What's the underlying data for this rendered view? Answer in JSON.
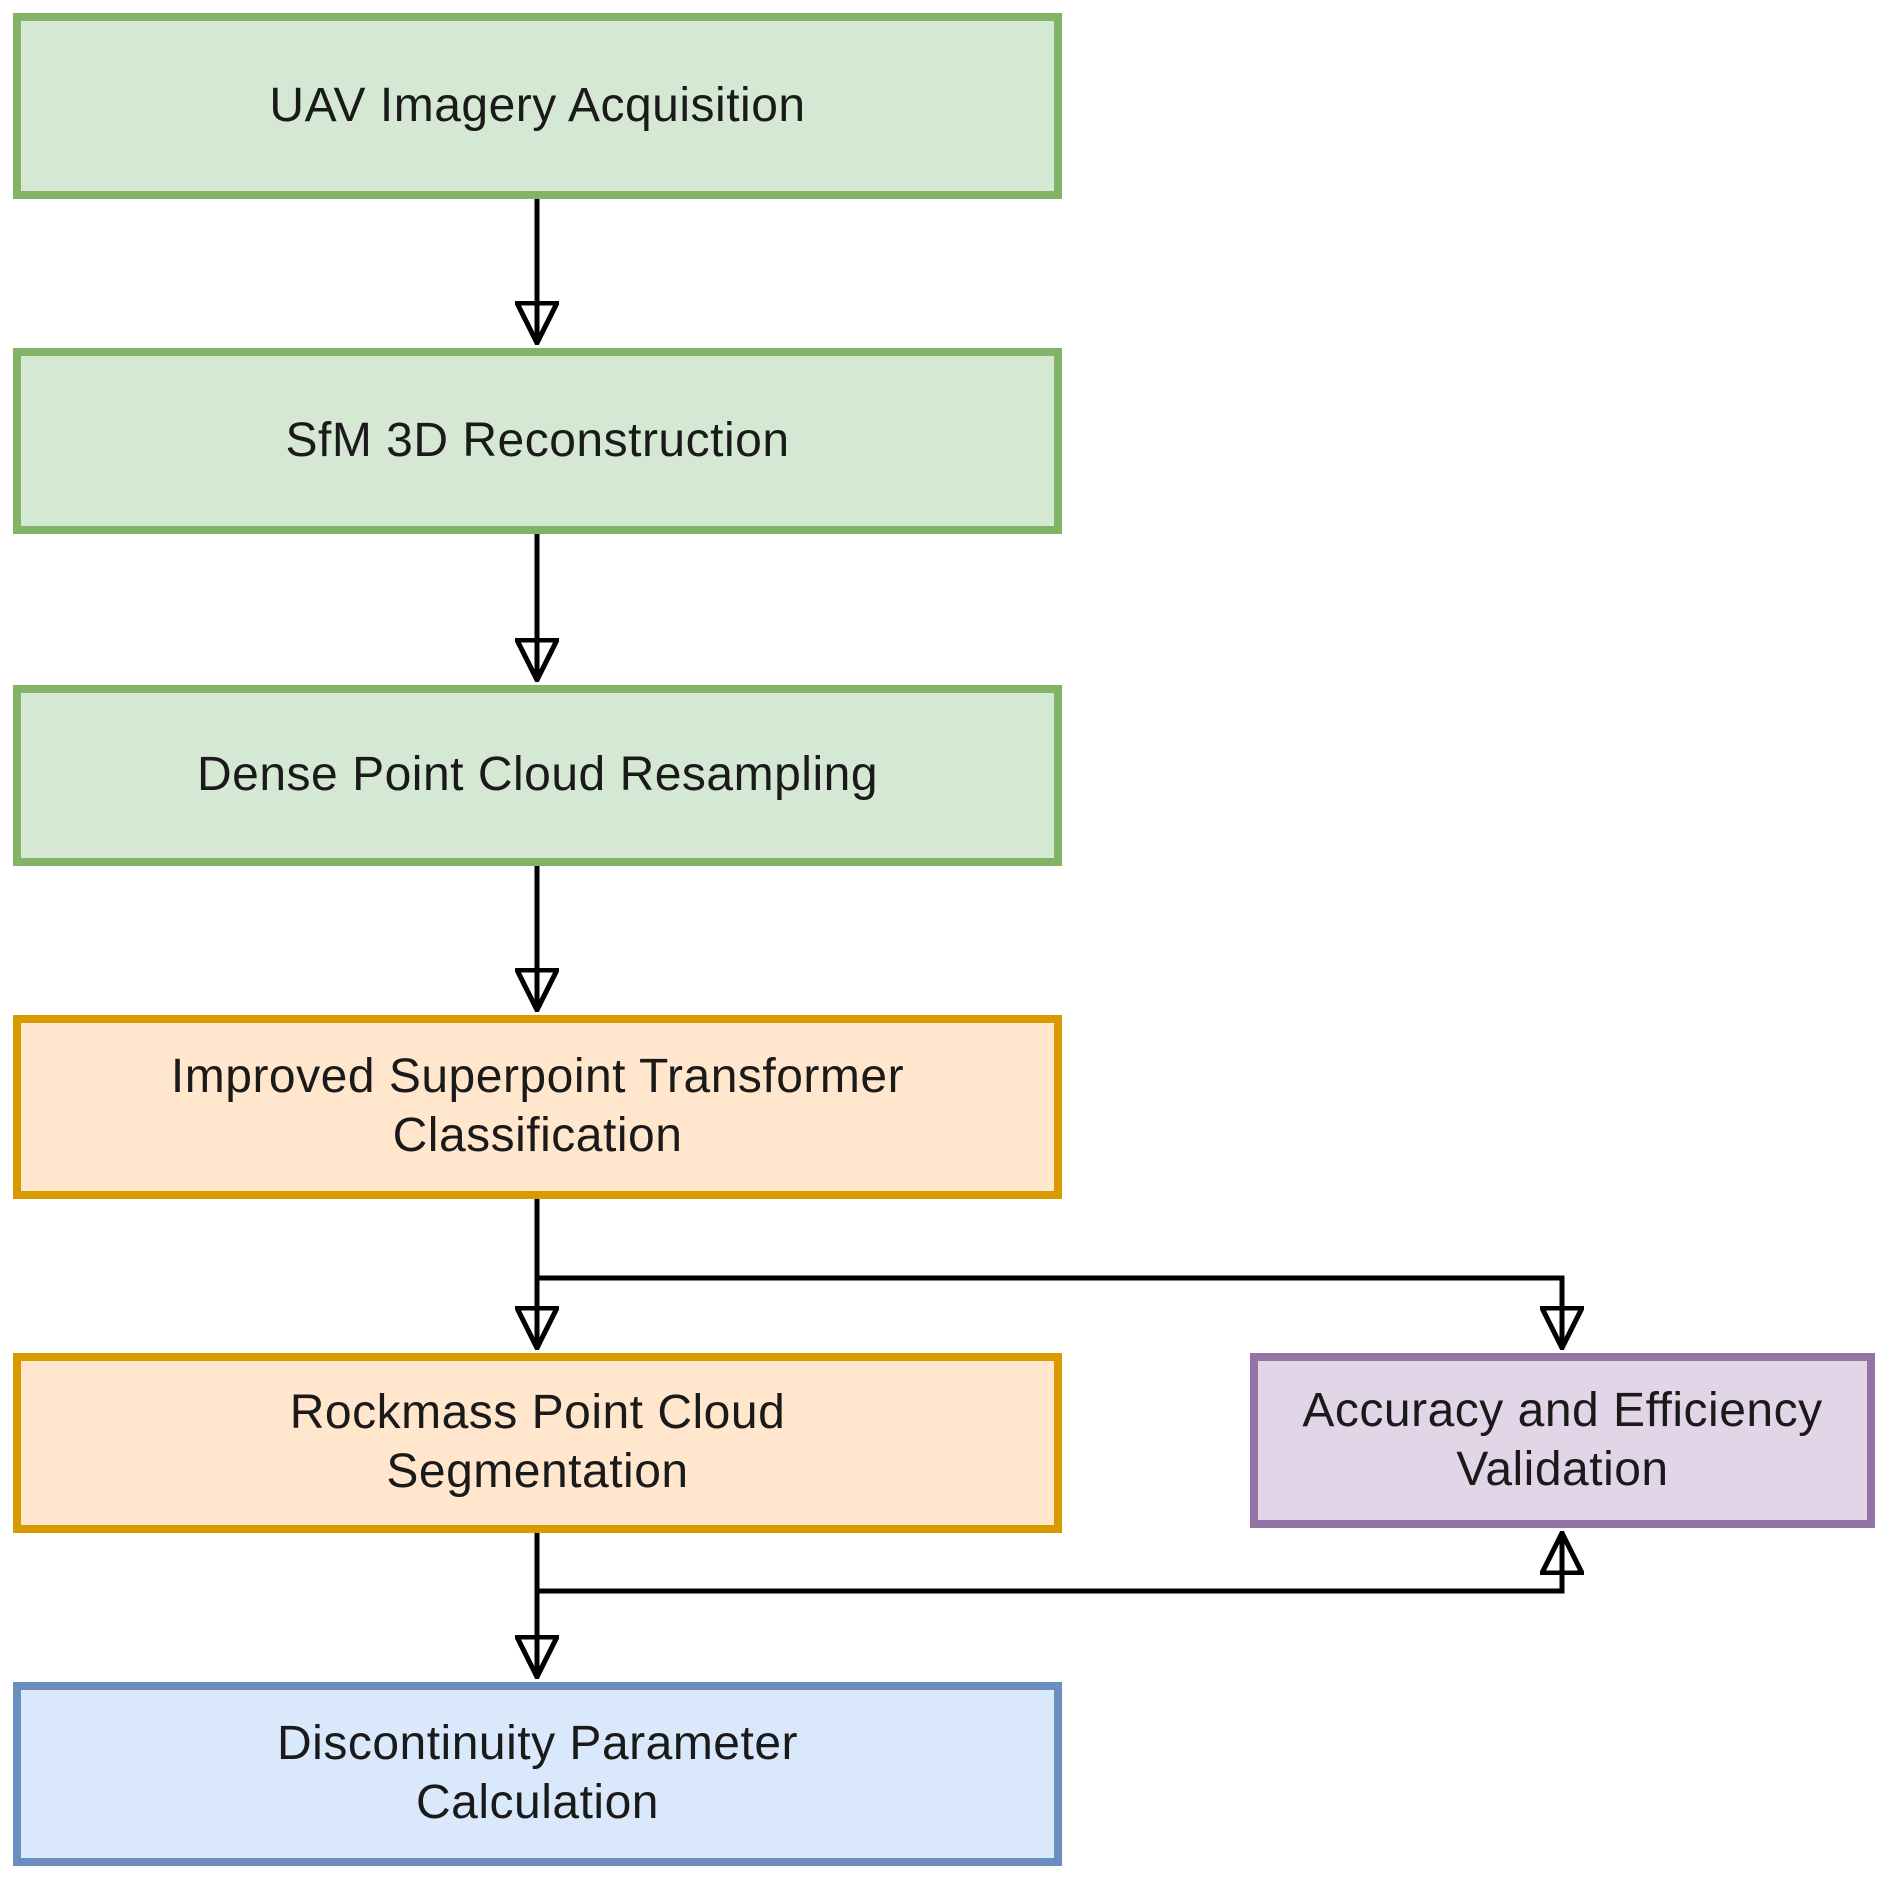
{
  "diagram": {
    "type": "flowchart",
    "nodes": [
      {
        "id": "uav",
        "label": "UAV Imagery Acquisition",
        "color": "green"
      },
      {
        "id": "sfm",
        "label": "SfM 3D Reconstruction",
        "color": "green"
      },
      {
        "id": "resampling",
        "label": "Dense Point Cloud Resampling",
        "color": "green"
      },
      {
        "id": "spt",
        "label": "Improved Superpoint Transformer\nClassification",
        "color": "orange"
      },
      {
        "id": "rockmass",
        "label": "Rockmass Point Cloud\nSegmentation",
        "color": "orange"
      },
      {
        "id": "validation",
        "label": "Accuracy and Efficiency\nValidation",
        "color": "purple"
      },
      {
        "id": "discont",
        "label": "Discontinuity Parameter\nCalculation",
        "color": "blue"
      }
    ],
    "edges": [
      {
        "from": "uav",
        "to": "sfm"
      },
      {
        "from": "sfm",
        "to": "resampling"
      },
      {
        "from": "resampling",
        "to": "spt"
      },
      {
        "from": "spt",
        "to": "rockmass"
      },
      {
        "from": "spt",
        "to": "validation"
      },
      {
        "from": "rockmass",
        "to": "discont"
      },
      {
        "from": "rockmass",
        "to": "validation"
      }
    ],
    "palette": {
      "green_fill": "#d5e8d4",
      "green_stroke": "#82b366",
      "orange_fill": "#ffe6cc",
      "orange_stroke": "#d79b00",
      "purple_fill": "#e1d5e7",
      "purple_stroke": "#9673a6",
      "blue_fill": "#dae8fc",
      "blue_stroke": "#6c8ebf",
      "arrow_color": "#000000",
      "text_color": "#1a1a1a",
      "background": "#ffffff"
    }
  }
}
